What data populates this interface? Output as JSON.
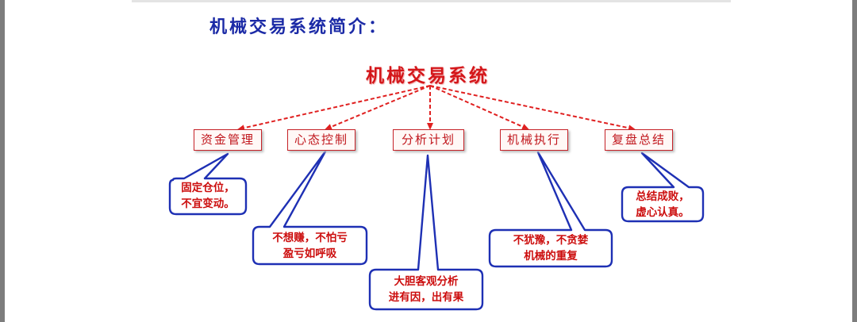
{
  "heading": "机械交易系统简介：",
  "root": "机械交易系统",
  "colors": {
    "heading": "#1b2aa6",
    "root": "#d4161a",
    "node_border": "#c62228",
    "node_text": "#c0161c",
    "arrow": "#e02020",
    "bubble_outline": "#1e30b4",
    "bubble_text": "#cc0d0d"
  },
  "branches": [
    {
      "label": "资金管理",
      "notes": [
        "固定仓位，",
        "不宜变动。"
      ]
    },
    {
      "label": "心态控制",
      "notes": [
        "不想赚，不怕亏",
        "盈亏如呼吸"
      ]
    },
    {
      "label": "分析计划",
      "notes": [
        "大胆客观分析",
        "进有因，出有果"
      ]
    },
    {
      "label": "机械执行",
      "notes": [
        "不犹豫，不贪婪",
        "机械的重复"
      ]
    },
    {
      "label": "复盘总结",
      "notes": [
        "总结成败，",
        "虚心认真。"
      ]
    }
  ]
}
